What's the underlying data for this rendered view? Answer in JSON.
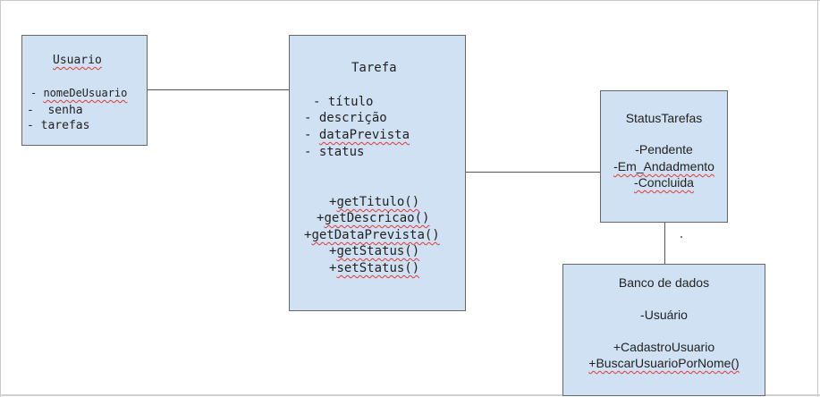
{
  "usuario": {
    "title": "Usuario",
    "attributes": [
      "- nomeDeUsuario",
      "-  senha",
      "- tarefas"
    ]
  },
  "tarefa": {
    "title": "Tarefa",
    "attributes": [
      "- título",
      "- descrição",
      "- dataPrevista",
      "- status"
    ],
    "methods": [
      "+getTitulo()",
      "+getDescricao()",
      "+getDataPrevista()",
      "+getStatus()",
      "+setStatus()"
    ]
  },
  "status_tarefas": {
    "title": "StatusTarefas",
    "values": [
      "-Pendente",
      "-Em_Andadmento",
      "-Concluida"
    ]
  },
  "banco": {
    "title": "Banco de dados",
    "attribute": "-Usuário",
    "methods": [
      "+CadastroUsuario",
      "+BuscarUsuarioPorNome()"
    ]
  },
  "colors": {
    "box_fill": "#cfe1f3",
    "box_border": "#666666",
    "spellcheck": "#e53935"
  }
}
